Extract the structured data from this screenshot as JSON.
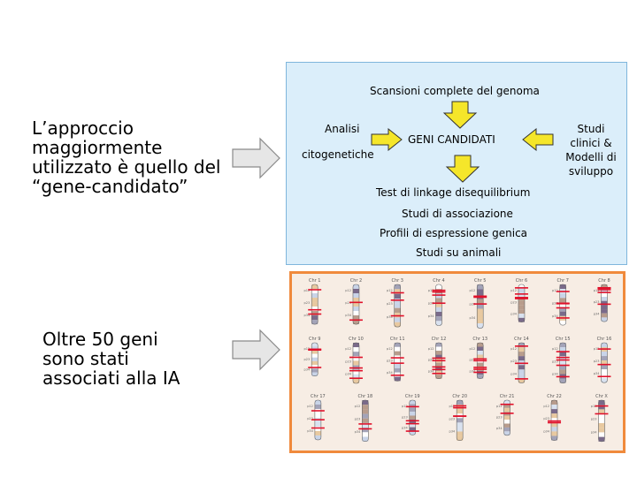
{
  "left": {
    "approach_lines": [
      "L’approccio",
      "maggiormente",
      "utilizzato è quello del",
      "“gene-candidato”"
    ],
    "genes_lines": [
      "Oltre 50 geni",
      "sono stati",
      "associati alla IA"
    ]
  },
  "flow": {
    "title": "Scansioni complete del genoma",
    "analisi": "Analisi",
    "citogenetiche": "citogenetiche",
    "geni_candidati": "GENI CANDIDATI",
    "studies": [
      "Test di linkage disequilibrium",
      "Studi di associazione",
      "Profili di espressione genica",
      "Studi su animali"
    ]
  },
  "side_note": [
    "Studi",
    "clinici &",
    "Modelli di",
    "sviluppo"
  ],
  "karyogram": {
    "chromosomes": [
      "Chr 1",
      "Chr 2",
      "Chr 3",
      "Chr 4",
      "Chr 5",
      "Chr 6",
      "Chr 7",
      "Chr 8",
      "Chr 9",
      "Chr 10",
      "Chr 11",
      "Chr 12",
      "Chr 13",
      "Chr 14",
      "Chr 15",
      "Chr 16",
      "Chr 17",
      "Chr 18",
      "Chr 19",
      "Chr 20",
      "Chr 21",
      "Chr 22",
      "Chr X"
    ]
  },
  "colors": {
    "arrow_yellow": "#f5e62a",
    "arrow_fill": "#e6e6e6",
    "box_blue": "#dbeefa",
    "box_orange": "#f08a3c",
    "marker_red": "#e0102a"
  }
}
